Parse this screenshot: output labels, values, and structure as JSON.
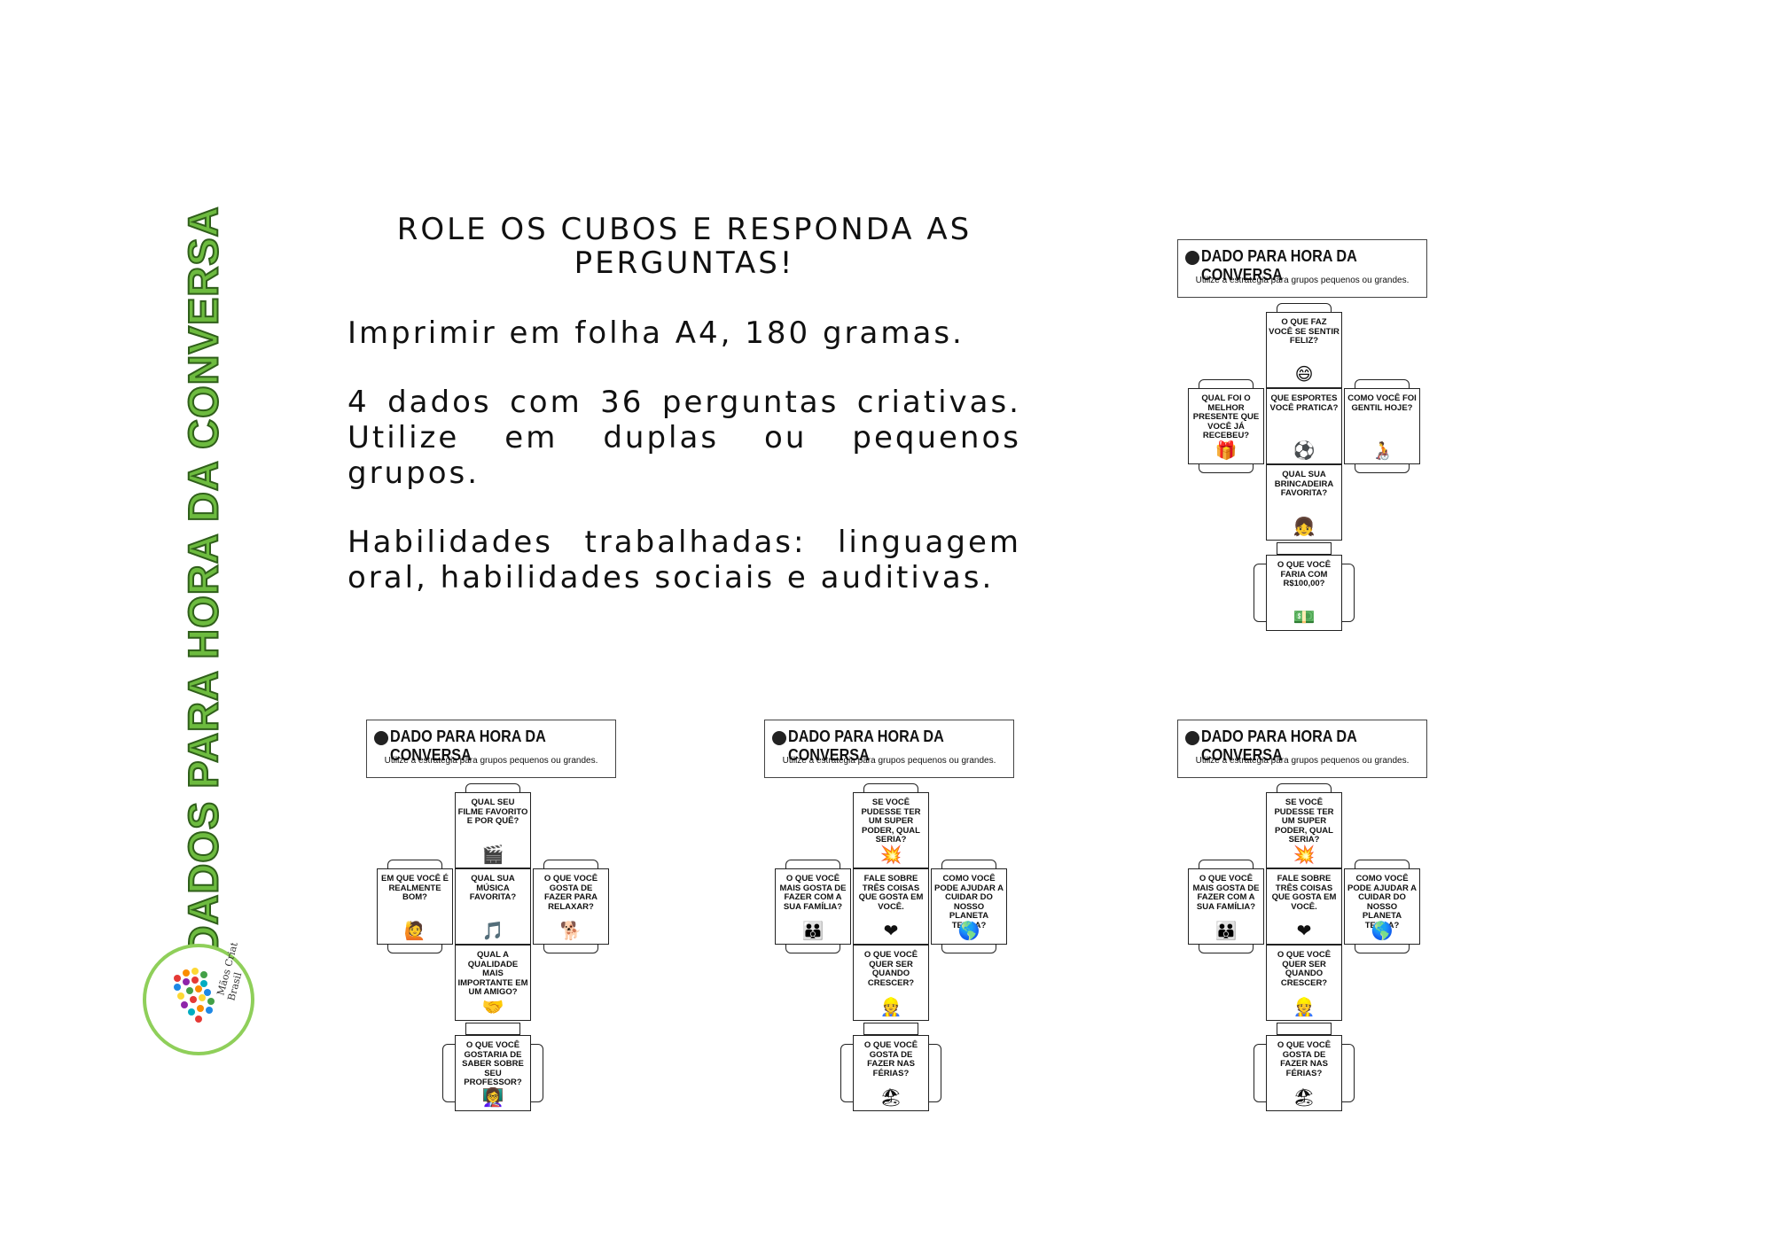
{
  "side_title": "DADOS PARA HORA DA CONVERSA",
  "logo": {
    "text_line1": "Mãos Criativas",
    "text_line2": "Brasil",
    "icon": "hand-icon"
  },
  "intro": {
    "heading": "ROLE OS CUBOS E RESPONDA AS PERGUNTAS!",
    "p1": "Imprimir em folha A4, 180 gramas.",
    "p2": "4 dados com 36 perguntas criativas. Utilize em duplas ou pequenos grupos.",
    "p3": "Habilidades trabalhadas: linguagem oral, habilidades sociais e auditivas."
  },
  "sheets": [
    {
      "title": "DADO PARA HORA DA CONVERSA",
      "subtitle": "Utilize a estratégia para grupos pequenos ou grandes.",
      "faces": {
        "top": {
          "text": "O QUE FAZ VOCÊ SE SENTIR FELIZ?",
          "icon": "😄"
        },
        "left": {
          "text": "QUAL FOI O MELHOR PRESENTE QUE VOCÊ JÁ RECEBEU?",
          "icon": "🎁"
        },
        "center": {
          "text": "QUE ESPORTES VOCÊ PRATICA?",
          "icon": "⚽"
        },
        "right": {
          "text": "COMO VOCÊ FOI GENTIL HOJE?",
          "icon": "🧑‍🦽"
        },
        "bottom": {
          "text": "QUAL SUA BRINCADEIRA FAVORITA?",
          "icon": "👧"
        },
        "last": {
          "text": "O QUE VOCÊ FARIA COM R$100,00?",
          "icon": "💵"
        }
      }
    },
    {
      "title": "DADO PARA HORA DA CONVERSA",
      "subtitle": "Utilize a estratégia para grupos pequenos ou grandes.",
      "faces": {
        "top": {
          "text": "QUAL SEU FILME FAVORITO E POR QUÊ?",
          "icon": "🎬"
        },
        "left": {
          "text": "EM QUE VOCÊ É REALMENTE BOM?",
          "icon": "🙋"
        },
        "center": {
          "text": "QUAL SUA MÚSICA FAVORITA?",
          "icon": "🎵"
        },
        "right": {
          "text": "O QUE VOCÊ GOSTA DE FAZER PARA RELAXAR?",
          "icon": "🐕"
        },
        "bottom": {
          "text": "QUAL A QUALIDADE MAIS IMPORTANTE EM UM AMIGO?",
          "icon": "🤝"
        },
        "last": {
          "text": "O QUE VOCÊ GOSTARIA DE SABER SOBRE SEU PROFESSOR?",
          "icon": "👩‍🏫"
        }
      }
    },
    {
      "title": "DADO PARA HORA DA CONVERSA",
      "subtitle": "Utilize a estratégia para grupos pequenos ou grandes.",
      "faces": {
        "top": {
          "text": "SE VOCÊ PUDESSE TER UM SUPER PODER, QUAL SERIA?",
          "icon": "💥"
        },
        "left": {
          "text": "O QUE VOCÊ MAIS GOSTA DE FAZER COM A SUA FAMÍLIA?",
          "icon": "👪"
        },
        "center": {
          "text": "FALE SOBRE TRÊS COISAS QUE GOSTA EM VOCÊ.",
          "icon": "❤"
        },
        "right": {
          "text": "COMO VOCÊ PODE AJUDAR A CUIDAR DO NOSSO PLANETA TERRA?",
          "icon": "🌎"
        },
        "bottom": {
          "text": "O QUE VOCÊ QUER SER QUANDO CRESCER?",
          "icon": "👷"
        },
        "last": {
          "text": "O QUE VOCÊ GOSTA DE FAZER NAS FÉRIAS?",
          "icon": "🏖"
        }
      }
    },
    {
      "title": "DADO PARA HORA DA CONVERSA",
      "subtitle": "Utilize a estratégia para grupos pequenos ou grandes.",
      "faces": {
        "top": {
          "text": "SE VOCÊ PUDESSE TER UM SUPER PODER, QUAL SERIA?",
          "icon": "💥"
        },
        "left": {
          "text": "O QUE VOCÊ MAIS GOSTA DE FAZER COM A SUA FAMÍLIA?",
          "icon": "👪"
        },
        "center": {
          "text": "FALE SOBRE TRÊS COISAS QUE GOSTA EM VOCÊ.",
          "icon": "❤"
        },
        "right": {
          "text": "COMO VOCÊ PODE AJUDAR A CUIDAR DO NOSSO PLANETA TERRA?",
          "icon": "🌎"
        },
        "bottom": {
          "text": "O QUE VOCÊ QUER SER QUANDO CRESCER?",
          "icon": "👷"
        },
        "last": {
          "text": "O QUE VOCÊ GOSTA DE FAZER NAS FÉRIAS?",
          "icon": "🏖"
        }
      }
    }
  ]
}
